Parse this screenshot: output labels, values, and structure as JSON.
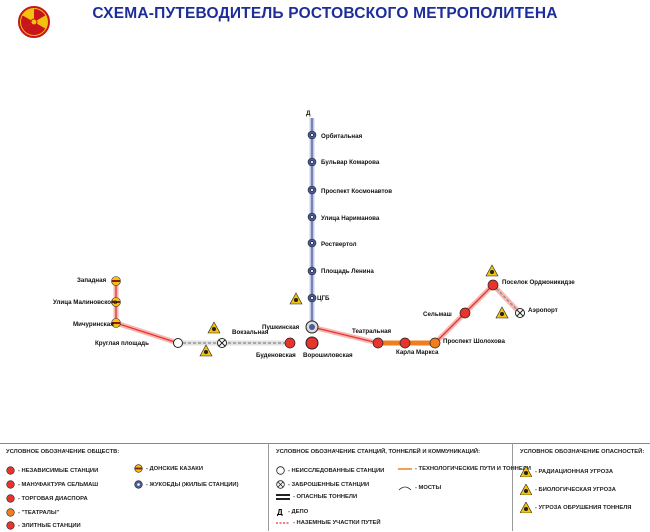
{
  "title": "СХЕМА-ПУТЕВОДИТЕЛЬ РОСТОВСКОГО МЕТРОПОЛИТЕНА",
  "colors": {
    "title": "#1d2e9b",
    "independent": "#e8342d",
    "manufacture": "#e8342d",
    "trade": "#e8342d",
    "blue_line": "#4a5d9e",
    "red_line": "#e8342d",
    "orange_line": "#f07d1e",
    "don": "#8b1a1a"
  },
  "stations": {
    "west": [
      "Западная",
      "Улица Малиновского",
      "Мичуринская",
      "Круглая площадь"
    ],
    "center": [
      "Вокзальная",
      "Пушкинская",
      "Буденовская",
      "Ворошиловская",
      "ЦГБ",
      "Театральная",
      "Карла Маркса",
      "Проспект Шолохова",
      "Сельмаш",
      "Поселок Орджоникидзе",
      "Аэропорт"
    ],
    "north": [
      "Орбитальная",
      "Бульвар Комарова",
      "Проспект Космонавтов",
      "Улица Нариманова",
      "Роствертол",
      "Площадь Ленина"
    ],
    "depot_letter": "Д"
  },
  "legend": {
    "objects_title": "УСЛОВНОЕ ОБОЗНАЧЕНИЕ ОБЩЕСТВ:",
    "objects": [
      "- НЕЗАВИСИМЫЕ СТАНЦИИ",
      "- МАНУФАКТУРА СЕЛЬМАШ",
      "- ТОРГОВАЯ ДИАСПОРА",
      "- \"ТЕАТРАЛЫ\"",
      "- ЭЛИТНЫЕ СТАНЦИИ",
      "- ДОНСКИЕ КАЗАКИ",
      "- ЖУКОЕДЫ (ЖИЛЫЕ СТАНЦИИ)"
    ],
    "infra_title": "УСЛОВНОЕ ОБОЗНАЧЕНИЕ СТАНЦИЙ, ТОННЕЛЕЙ И КОММУНИКАЦИЙ:",
    "infra": [
      "- НЕИССЛЕДОВАННЫЕ СТАНЦИИ",
      "- ЗАБРОШЕННЫЕ СТАНЦИИ",
      "- ОПАСНЫЕ ТОННЕЛИ",
      "- ДЕПО",
      "- НАЗЕМНЫЕ УЧАСТКИ ПУТЕЙ",
      "- ТЕХНОЛОГИЧЕСКИЕ ПУТИ И ТОННЕЛИ",
      "- МОСТЫ"
    ],
    "danger_title": "УСЛОВНОЕ ОБОЗНАЧЕНИЕ ОПАСНОСТЕЙ:",
    "dangers": [
      "- РАДИАЦИОННАЯ УГРОЗА",
      "- БИОЛОГИЧЕСКАЯ УГРОЗА",
      "- УГРОЗА ОБРУШЕНИЯ ТОННЕЛЯ"
    ]
  }
}
